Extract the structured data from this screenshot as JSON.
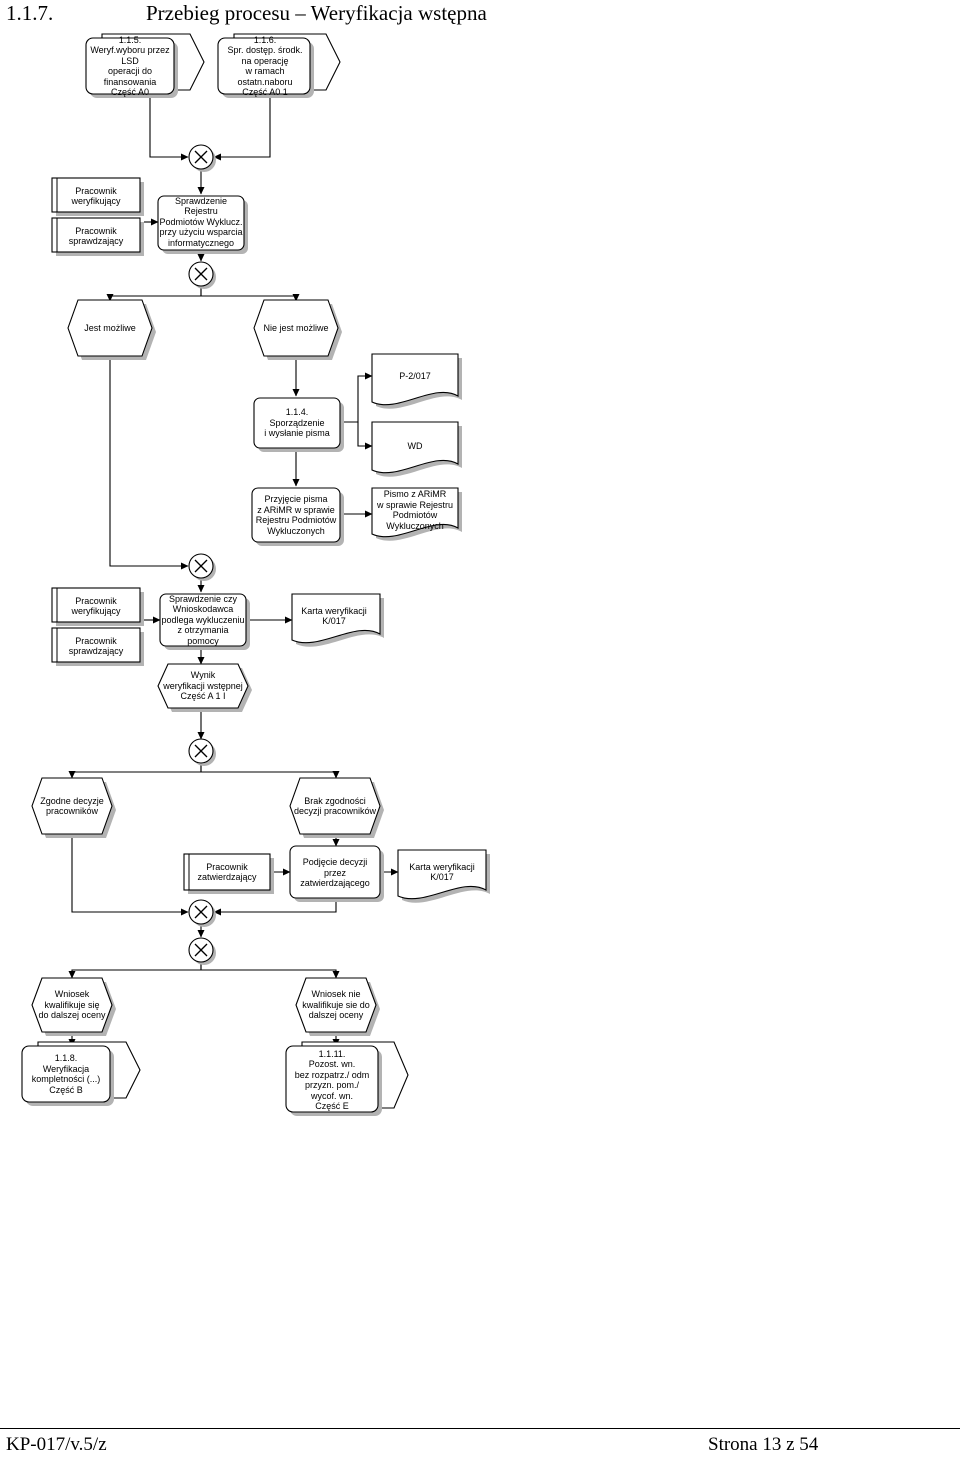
{
  "header": {
    "section_number": "1.1.7.",
    "title": "Przebieg procesu – Weryfikacja wstępna"
  },
  "diagram": {
    "process_interface_left": "1.1.5.\nWeryf.wyboru przez LSD\noperacji do finansowania\nCzęść A0",
    "process_interface_right": "1.1.6.\nSpr. dostęp. środk.\nna operację\nw ramach ostatn.naboru\nCzęść A0 1",
    "role_verifier_1": "Pracownik\nweryfikujący",
    "role_checker_1": "Pracownik\nsprawdzający",
    "function_check_register": "Sprawdzenie Rejestru\nPodmiotów Wyklucz.\nprzy użyciu wsparcia\ninformatycznego",
    "event_possible": "Jest możliwe",
    "event_not_possible": "Nie jest możliwe",
    "document_p2017": "P-2/017",
    "function_letter": "1.1.4.\nSporządzenie\ni wysłanie pisma",
    "document_wd": "WD",
    "event_letter_received": "Przyjęcie pisma\nz ARiMR w sprawie\nRejestru Podmiotów\nWykluczonych",
    "document_letter_arimr": "Pismo z ARiMR\nw sprawie Rejestru\nPodmiotów\nWykluczonych",
    "role_verifier_2": "Pracownik\nweryfikujący",
    "role_checker_2": "Pracownik\nsprawdzający",
    "function_check_applicant": "Sprawdzenie czy\nWnioskodawca\npodlega wykluczeniu\nz otrzymania\npomocy",
    "document_verification_card_1": "Karta weryfikacji\nK/017",
    "event_result": "Wynik\nweryfikacji wstępnej\nCzęść A 1 I",
    "event_consistent": "Zgodne decyzje\npracowników",
    "event_inconsistent": "Brak zgodności\ndecyzji pracowników",
    "role_approver": "Pracownik\nzatwierdzający",
    "function_decision": "Podjęcie decyzji\nprzez\nzatwierdzającego",
    "document_verification_card_2": "Karta weryfikacji\nK/017",
    "event_qualifies": "Wniosek\nkwalifikuje się\ndo dalszej oceny",
    "event_not_qualifies": "Wniosek nie\nkwalifikuje sie do\ndalszej oceny",
    "process_interface_completeness": "1.1.8.\nWeryfikacja\nkompletności (...)\nCzęść B",
    "process_interface_leave": "1.1.11.\nPozost. wn.\nbez rozpatrz./ odm\nprzyzn. pom./\nwycof. wn.\nCzęść E"
  },
  "footer": {
    "left": "KP-017/v.5/z",
    "right": "Strona 13 z 54"
  }
}
